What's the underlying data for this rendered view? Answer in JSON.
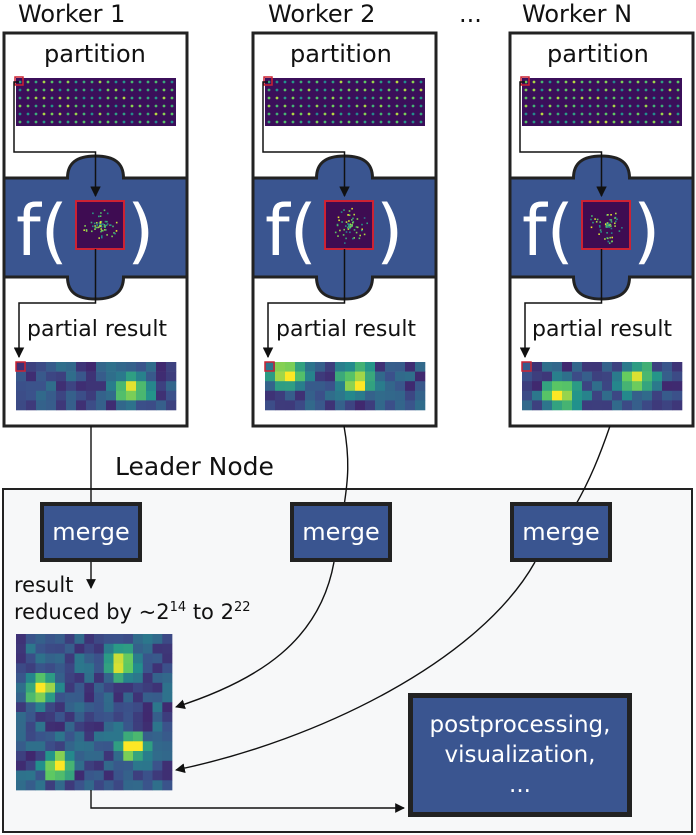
{
  "workers": [
    {
      "title": "Worker 1",
      "partition_label": "partition",
      "partial_label": "partial result",
      "func_label": "f(",
      "func_close": ")"
    },
    {
      "title": "Worker 2",
      "partition_label": "partition",
      "partial_label": "partial result",
      "func_label": "f(",
      "func_close": ")"
    },
    {
      "title": "Worker N",
      "partition_label": "partition",
      "partial_label": "partial result",
      "func_label": "f(",
      "func_close": ")"
    }
  ],
  "ellipsis": "...",
  "leader": {
    "title": "Leader Node",
    "merge_label": "merge",
    "result_label": "result",
    "reduced_text": "reduced by ~2",
    "reduced_exp1": "14",
    "reduced_to": " to 2",
    "reduced_exp2": "22",
    "post_lines": [
      "postprocessing,",
      "visualization,",
      "..."
    ]
  },
  "colors": {
    "band": "#3a5590",
    "frame": "#222222",
    "leader_bg": "#f7f8f9",
    "marker": "#cc2233",
    "viridis_dark": "#440154",
    "viridis_mid": "#2a788e",
    "viridis_bright": "#fde725"
  }
}
